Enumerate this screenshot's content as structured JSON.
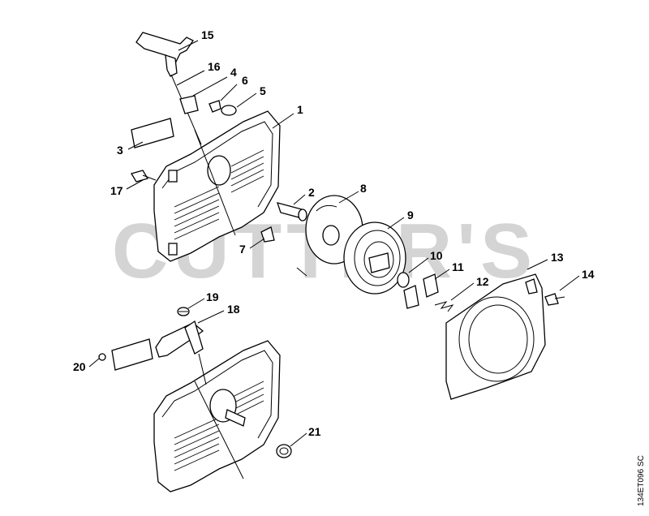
{
  "watermark": {
    "text": "CUTTER'S"
  },
  "drawing_code": "134ET096 SC",
  "callouts": [
    {
      "id": "c1",
      "label": "1"
    },
    {
      "id": "c2",
      "label": "2"
    },
    {
      "id": "c3",
      "label": "3"
    },
    {
      "id": "c4",
      "label": "4"
    },
    {
      "id": "c5",
      "label": "5"
    },
    {
      "id": "c6",
      "label": "6"
    },
    {
      "id": "c7",
      "label": "7"
    },
    {
      "id": "c8",
      "label": "8"
    },
    {
      "id": "c9",
      "label": "9"
    },
    {
      "id": "c10",
      "label": "10"
    },
    {
      "id": "c11",
      "label": "11"
    },
    {
      "id": "c12",
      "label": "12"
    },
    {
      "id": "c13",
      "label": "13"
    },
    {
      "id": "c14",
      "label": "14"
    },
    {
      "id": "c15",
      "label": "15"
    },
    {
      "id": "c16",
      "label": "16"
    },
    {
      "id": "c17",
      "label": "17"
    },
    {
      "id": "c18",
      "label": "18"
    },
    {
      "id": "c19",
      "label": "19"
    },
    {
      "id": "c20",
      "label": "20"
    },
    {
      "id": "c21",
      "label": "21"
    }
  ]
}
